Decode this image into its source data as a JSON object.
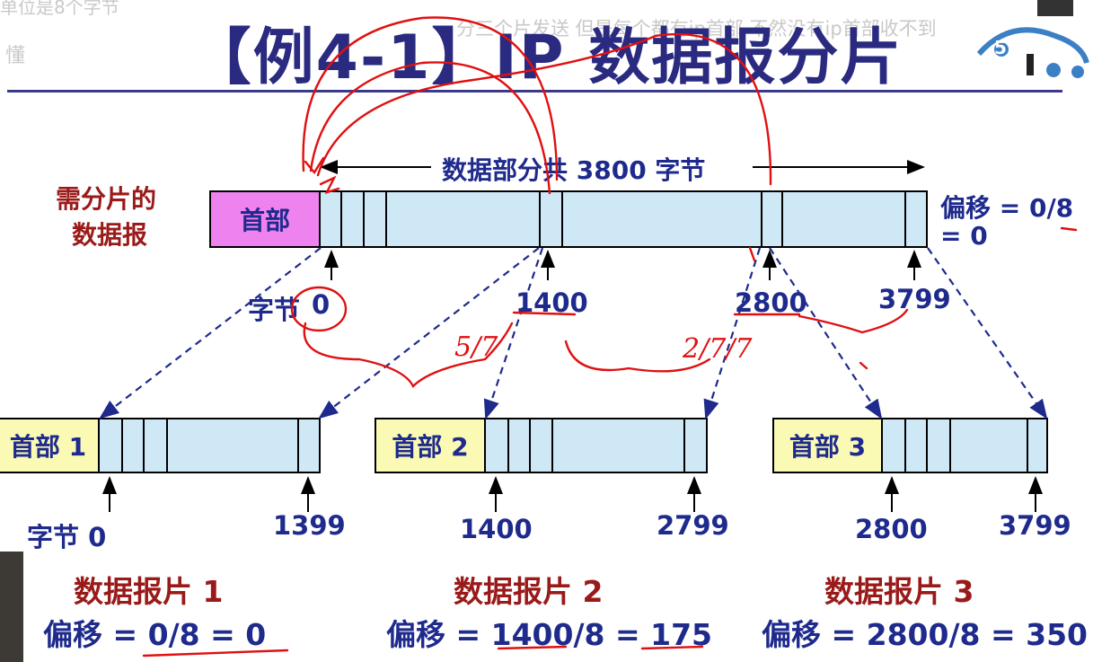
{
  "title": "【例4-1】IP 数据报分片",
  "ghost": {
    "top_left": "单位是8个字节",
    "left_small": "懂",
    "top_center": "分三个片发送 但是每个都有ip首部 不然没有ip首部收不到",
    "logo": "5"
  },
  "original": {
    "label_line1": "需分片的",
    "label_line2": "数据报",
    "header": "首部",
    "span_label": "数据部分共 3800 字节",
    "offset_line1": "偏移 = 0/8",
    "offset_line2": "= 0",
    "byte_prefix": "字节",
    "byte_0": "0",
    "byte_1400": "1400",
    "byte_2800": "2800",
    "byte_3799": "3799"
  },
  "fragments": [
    {
      "header": "首部 1",
      "start": "字节 0",
      "end": "1399",
      "name": "数据报片 1",
      "offset": "偏移 = 0/8 = 0"
    },
    {
      "header": "首部 2",
      "start": "1400",
      "end": "2799",
      "name": "数据报片 2",
      "offset": "偏移 = 1400/8 = 175"
    },
    {
      "header": "首部 3",
      "start": "2800",
      "end": "3799",
      "name": "数据报片 3",
      "offset": "偏移 = 2800/8 = 350"
    }
  ],
  "annotations": {
    "note_1": "5/7",
    "note_2": "2/7/7"
  },
  "colors": {
    "title": "#2a2a80",
    "original_header": "#ee82ee",
    "fragment_header": "#fafab4",
    "data_fill": "#cfe8f6",
    "label_red": "#9a1a1a",
    "label_blue": "#1e2a8c",
    "ink_red": "#e01010"
  }
}
